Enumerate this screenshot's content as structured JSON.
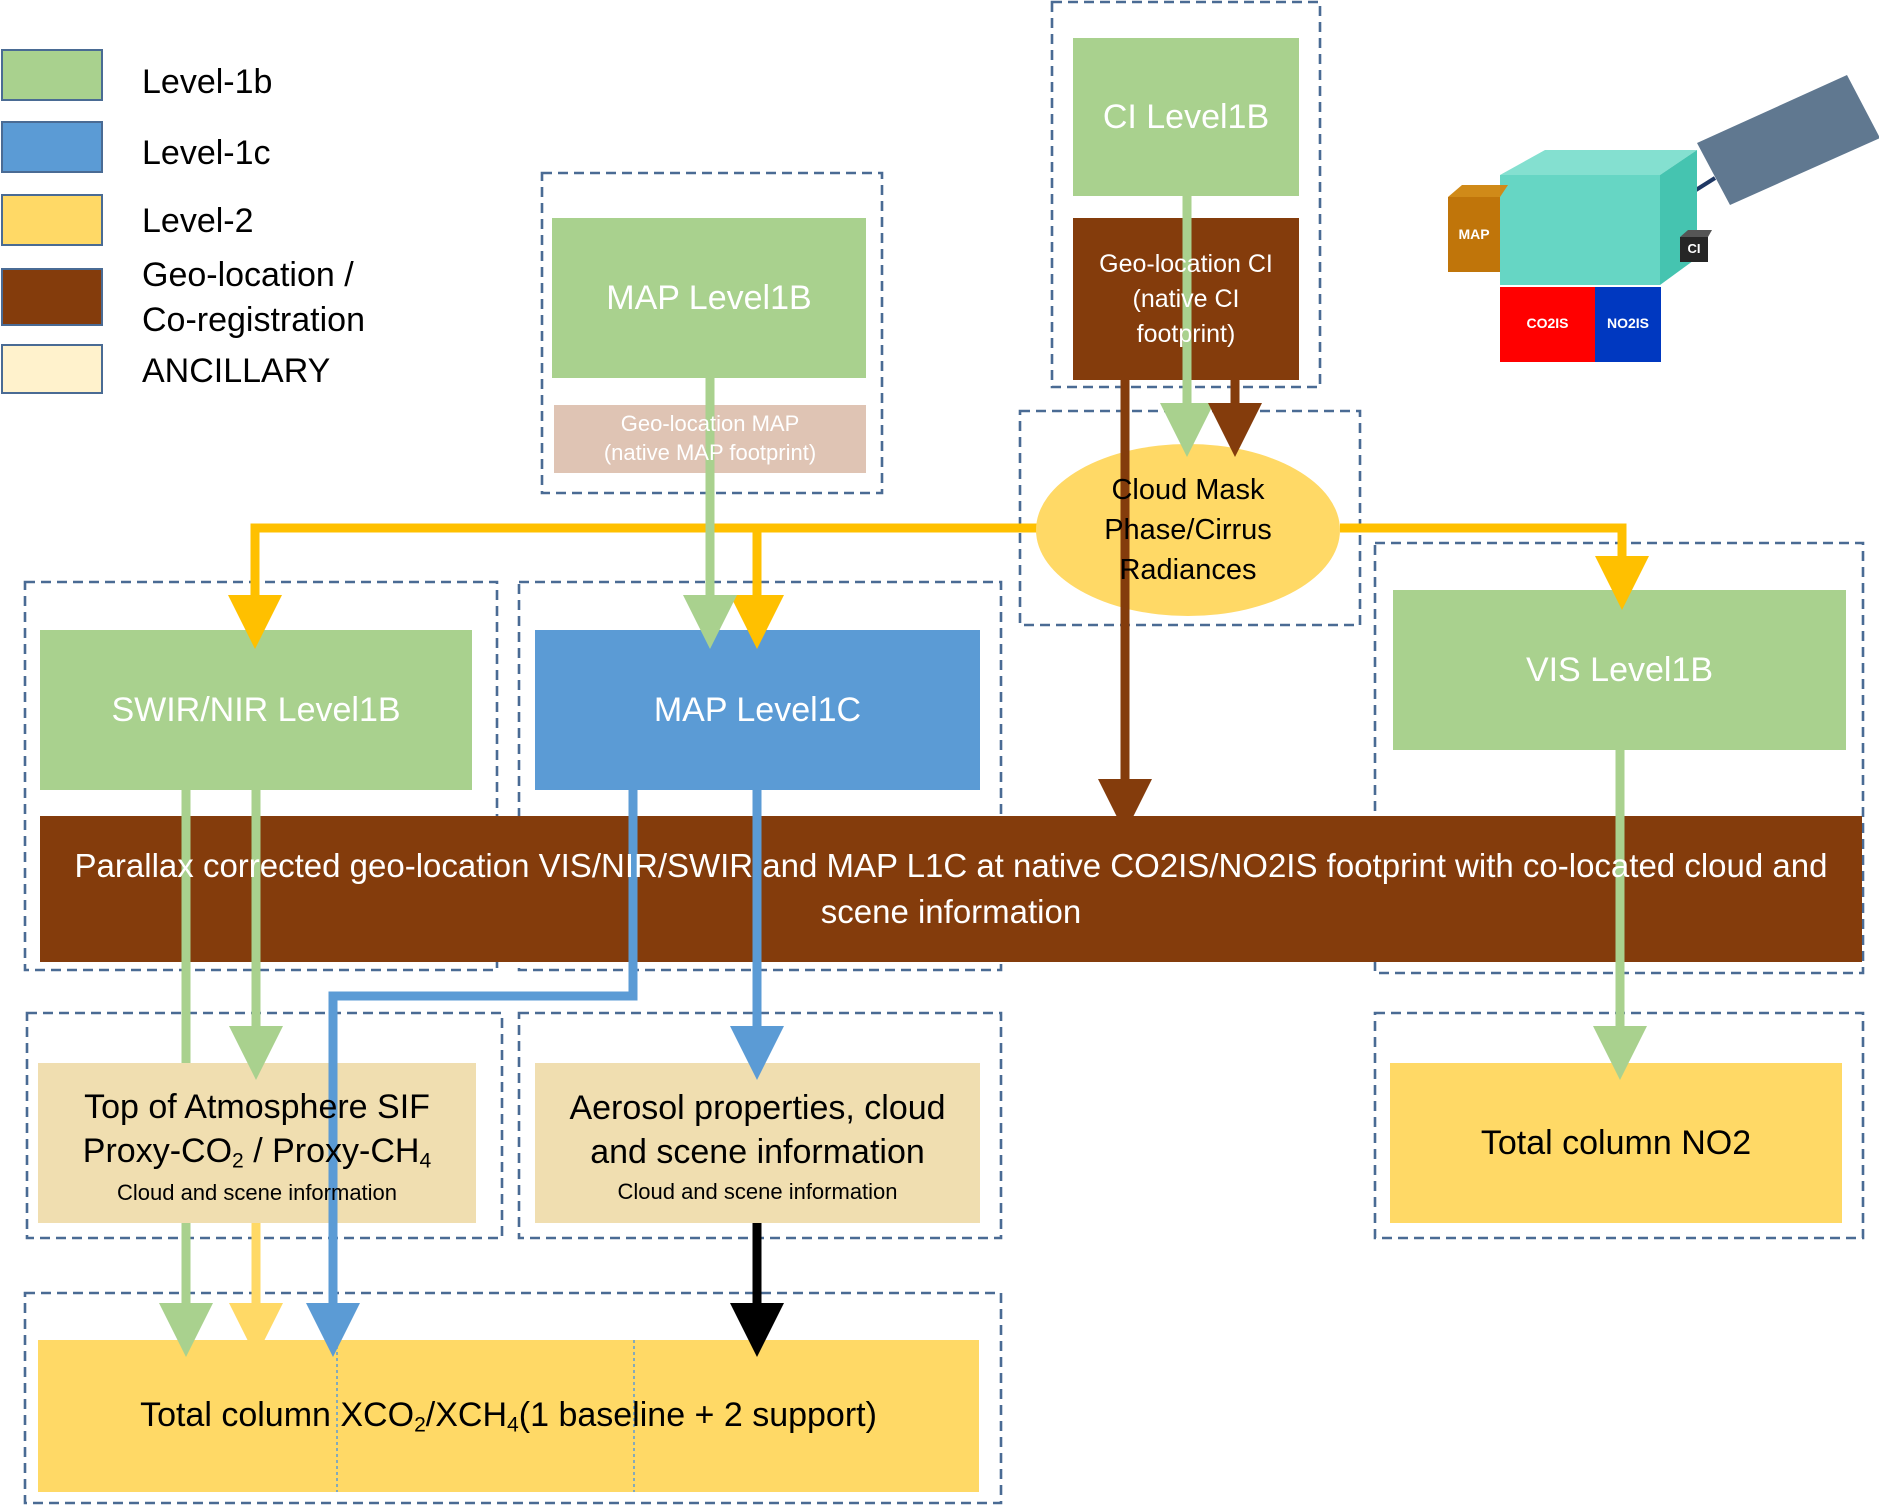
{
  "colors": {
    "level_1b": "#a9d18e",
    "level_1c": "#5b9bd5",
    "level_2": "#ffd966",
    "geolocation": "#843c0c",
    "ancillary": "#fff2cc",
    "ancillary_box": "#f0deb0",
    "geo_map_box": "#dfc4b4",
    "yellow_arrow": "#ffc000",
    "dashed_border": "#4a6b94"
  },
  "legend": [
    {
      "label": "Level-1b"
    },
    {
      "label": "Level-1c"
    },
    {
      "label": "Level-2"
    },
    {
      "label": "Geo-location / Co-registration"
    },
    {
      "label": "ANCILLARY"
    }
  ],
  "boxes": {
    "map_level1b": "MAP Level1B",
    "geo_map_line1": "Geo-location MAP",
    "geo_map_line2": "(native MAP footprint)",
    "ci_level1b": "CI Level1B",
    "geo_ci_line1": "Geo-location CI",
    "geo_ci_line2": "(native CI",
    "geo_ci_line3": "footprint)",
    "cloud_line1": "Cloud Mask",
    "cloud_line2": "Phase/Cirrus",
    "cloud_line3": "Radiances",
    "swir_nir_level1b": "SWIR/NIR Level1B",
    "map_level1c": "MAP Level1C",
    "vis_level1b": "VIS Level1B",
    "parallax": "Parallax corrected geo-location VIS/NIR/SWIR and MAP L1C at native CO2IS/NO2IS footprint with co-located cloud and scene information",
    "toa_line1": "Top of Atmosphere SIF",
    "toa_proxy_co": "Proxy-CO",
    "toa_sub2": "2",
    "toa_proxy_ch": " / Proxy-CH",
    "toa_sub4": "4",
    "toa_small": "Cloud and scene information",
    "aerosol_line1": "Aerosol properties, cloud",
    "aerosol_line2": "and scene information",
    "aerosol_small": "Cloud and scene information",
    "no2": "Total column NO2",
    "xco2_part1": "Total column XCO",
    "xco2_sub2": "2",
    "xco2_part2": "/XCH",
    "xco2_sub4": "4",
    "xco2_part3": "(1 baseline + 2 support)"
  },
  "satellite": {
    "map_label": "MAP",
    "ci_label": "CI",
    "co2is_label": "CO2IS",
    "no2is_label": "NO2IS"
  }
}
